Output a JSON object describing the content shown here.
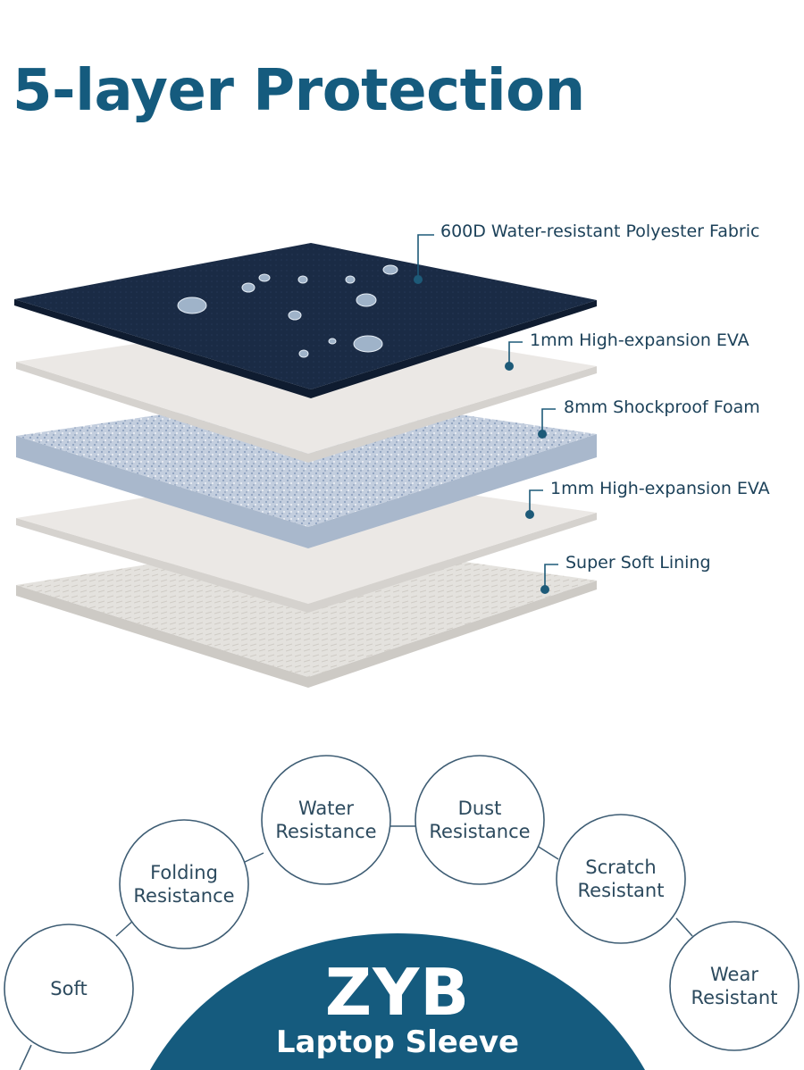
{
  "heading": "5-layer Protection",
  "layers": [
    {
      "label": "600D Water-resistant Polyester Fabric",
      "color": "#1a2b45"
    },
    {
      "label": "1mm High-expansion EVA",
      "color": "#e9e6e3"
    },
    {
      "label": "8mm Shockproof Foam",
      "color": "#b9c6d8"
    },
    {
      "label": "1mm High-expansion EVA",
      "color": "#e9e6e3"
    },
    {
      "label": "Super Soft Lining",
      "color": "#e5e3df"
    }
  ],
  "features": [
    {
      "line1": "Soft",
      "line2": ""
    },
    {
      "line1": "Folding",
      "line2": "Resistance"
    },
    {
      "line1": "Water",
      "line2": "Resistance"
    },
    {
      "line1": "Dust",
      "line2": "Resistance"
    },
    {
      "line1": "Scratch",
      "line2": "Resistant"
    },
    {
      "line1": "Wear",
      "line2": "Resistant"
    }
  ],
  "brand": "ZYB",
  "product": "Laptop Sleeve",
  "colors": {
    "accent": "#155b7e",
    "circle_stroke": "#3e5d74"
  }
}
